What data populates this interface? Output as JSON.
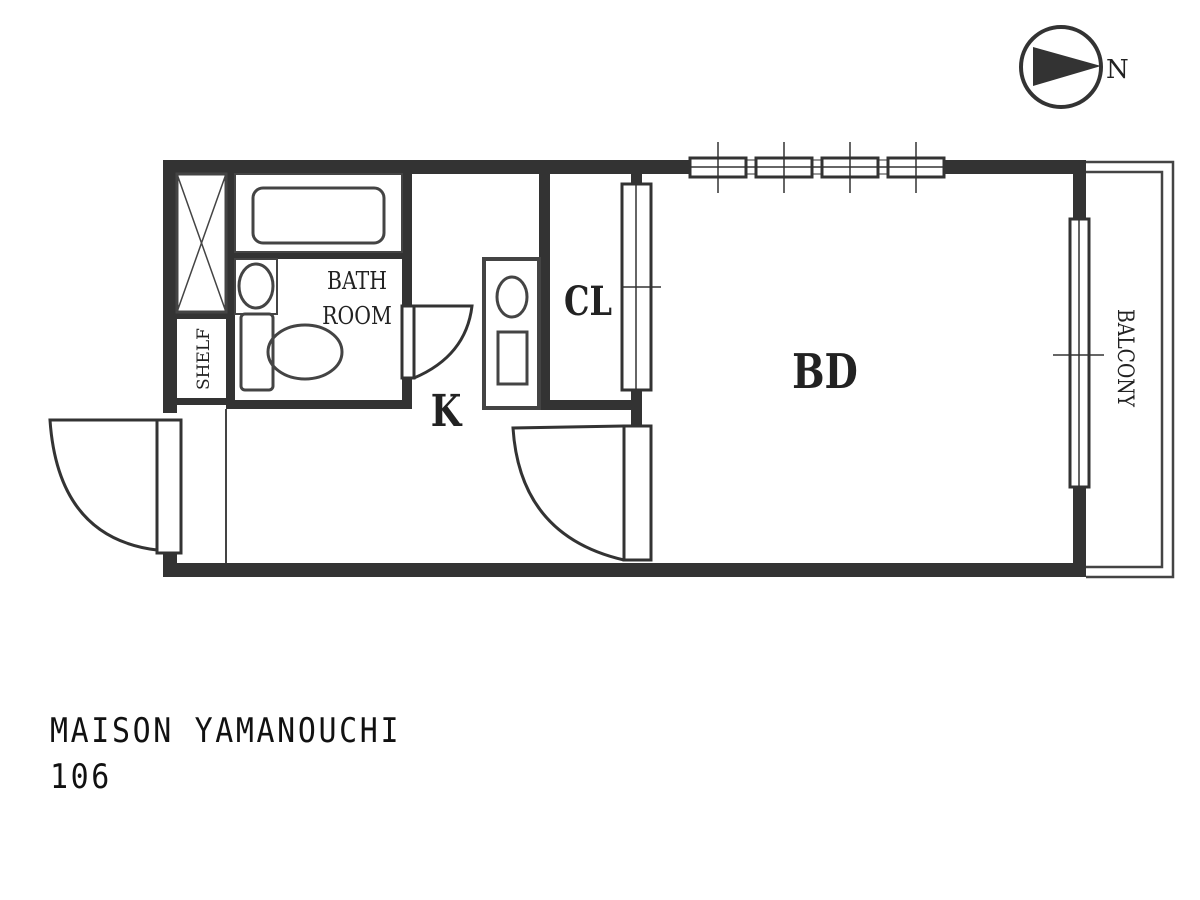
{
  "rooms": {
    "bath": [
      "BATH",
      "ROOM"
    ],
    "shelf": "SHELF",
    "kitchen": "K",
    "closet": "CL",
    "bedroom": "BD",
    "balcony": "BALCONY"
  },
  "compass": {
    "label": "N"
  },
  "property": {
    "name": "MAISON YAMANOUCHI",
    "unit": "106"
  },
  "colors": {
    "wall": "#333333",
    "line": "#444444",
    "background": "#ffffff"
  }
}
